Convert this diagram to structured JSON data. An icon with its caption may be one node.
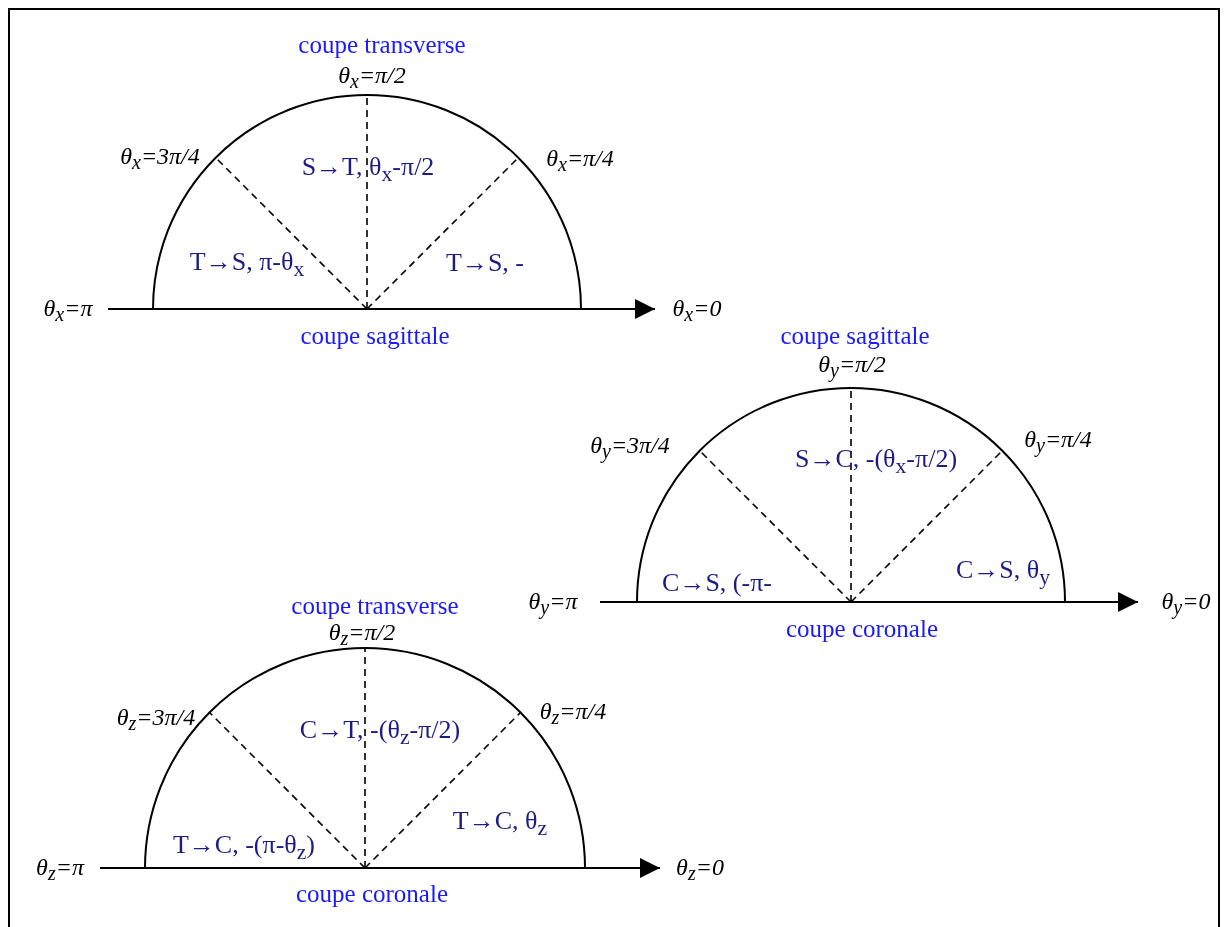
{
  "diagram": {
    "labels": [
      "coupe transverse",
      "θ$_{x}$=π/2",
      "θ$_{x}$=3π/4",
      "S→T, θ$_{x}$-π/2",
      "θ$_{x}$=π/4",
      "T→S, π-θ$_{x}$",
      "T→S, -",
      "θ$_{x}$=π",
      "θ$_{x}$=0",
      "coupe sagittale",
      "coupe sagittale",
      "θ$_{y}$=π/2",
      "θ$_{y}$=3π/4",
      "S→C, -(θ$_{x}$-π/2)",
      "θ$_{y}$=π/4",
      "C→S, (-π-",
      "C→S, θ$_{y}$",
      "θ$_{y}$=π",
      "θ$_{y}$=0",
      "coupe coronale",
      "coupe transverse",
      "θ$_{z}$=π/2",
      "θ$_{z}$=3π/4",
      "C→T, -(θ$_{z}$-π/2)",
      "θ$_{z}$=π/4",
      "T→C, -(π-θ$_{z}$)",
      "T→C, θ$_{z}$",
      "θ$_{z}$=π",
      "θ$_{z}$=0",
      "coupe coronale"
    ]
  }
}
